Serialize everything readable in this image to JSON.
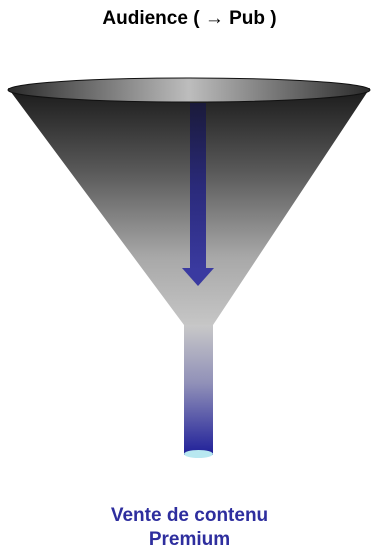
{
  "diagram": {
    "title_text": "Audience (",
    "title_arrow": "→",
    "title_end": "Pub )",
    "caption_line1": "Vente de contenu",
    "caption_line2": "Premium"
  },
  "colors": {
    "funnel_dark": "#1a1a1a",
    "funnel_light": "#c8c8c8",
    "arrow_blue": "#2a2a8a",
    "caption_blue": "#2e2e9e",
    "rim_top": "#6e6e6e",
    "spout_bottom": "#1f1f99",
    "spout_opening": "#b8e8f0"
  }
}
